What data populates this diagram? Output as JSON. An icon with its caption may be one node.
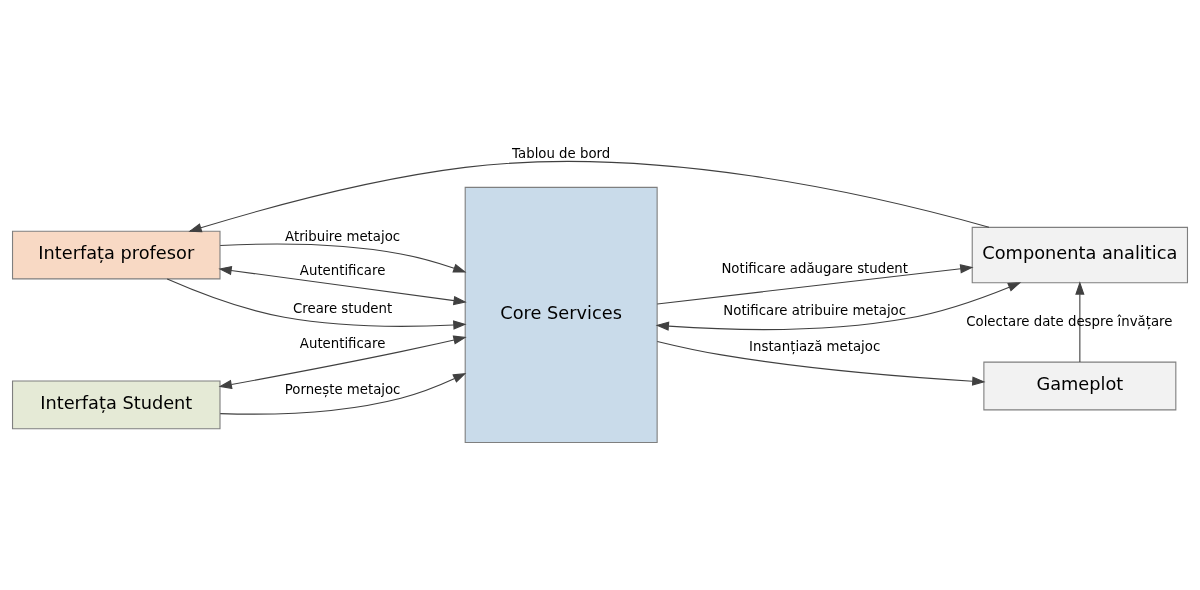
{
  "diagram": {
    "nodes": [
      {
        "text": [
          "Interfața profesor"
        ]
      },
      {
        "text": [
          "Interfața Student"
        ]
      },
      {
        "text": [
          "Core Services"
        ]
      },
      {
        "text": [
          "Componenta analitica"
        ]
      },
      {
        "text": [
          "Gameplot"
        ]
      }
    ],
    "edges": [
      {
        "from": 3,
        "to": 0,
        "arrow": "to",
        "label": "Tablou de bord"
      },
      {
        "from": 0,
        "to": 2,
        "arrow": "both",
        "label": "Autentificare"
      },
      {
        "from": 0,
        "to": 2,
        "arrow": "to",
        "label": "Creare student"
      },
      {
        "from": 0,
        "to": 2,
        "arrow": "to",
        "label": "Atribuire metajoc"
      },
      {
        "from": 1,
        "to": 2,
        "arrow": "both",
        "label": "Autentificare"
      },
      {
        "from": 1,
        "to": 2,
        "arrow": "to",
        "label": "Pornește metajoc"
      },
      {
        "from": 2,
        "to": 3,
        "arrow": "to",
        "label": "Notificare adăugare student"
      },
      {
        "from": 2,
        "to": 3,
        "arrow": "both",
        "label": "Notificare atribuire metajoc"
      },
      {
        "from": 2,
        "to": 4,
        "arrow": "to",
        "label": "Instanțiază metajoc"
      },
      {
        "from": 4,
        "to": 3,
        "arrow": "to",
        "label": "Colectare date despre învățare"
      }
    ]
  }
}
